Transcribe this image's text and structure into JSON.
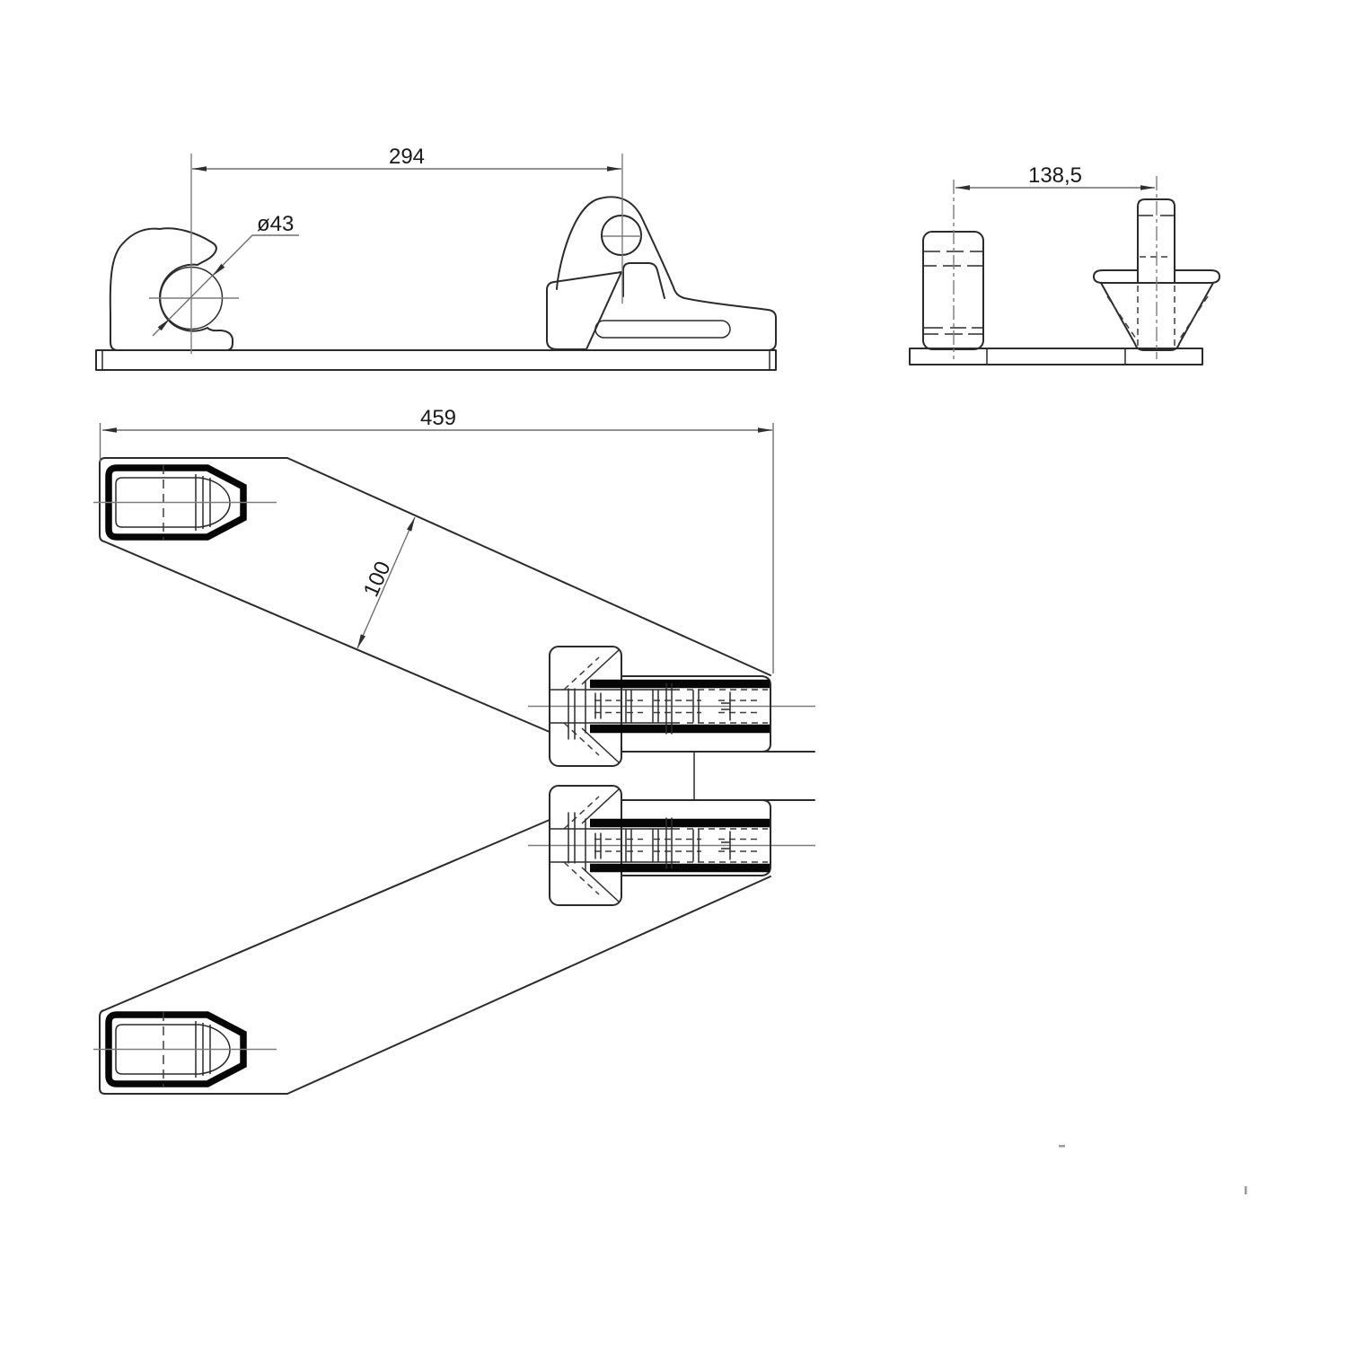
{
  "page": {
    "background": "#ffffff"
  },
  "drawing": {
    "kind": "technical-orthographic-drawing",
    "stroke_color": "#2b2b2b",
    "thick_stroke_color": "#060606",
    "centerline_color": "#7d7d7d",
    "dimensions": {
      "pin_spacing": "294",
      "bore_diameter": "ø43",
      "mount_spacing": "138,5",
      "overall_length": "459",
      "arm_width": "100"
    }
  }
}
